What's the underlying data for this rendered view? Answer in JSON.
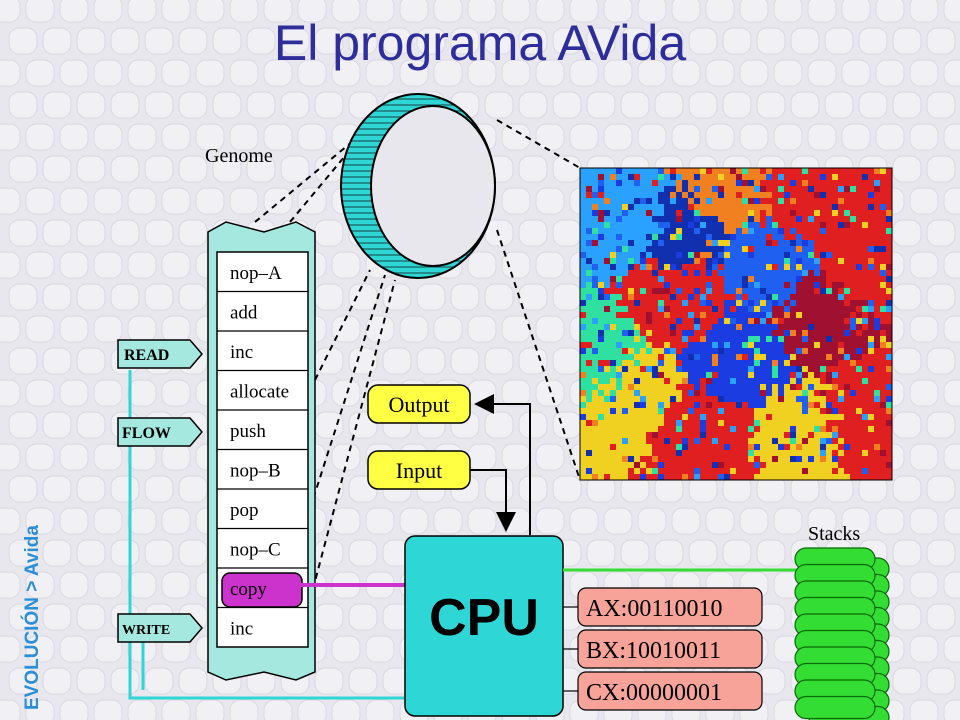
{
  "title": "El programa AVida",
  "side_label": "EVOLUCIÓN > Avida",
  "genome": {
    "label": "Genome",
    "instructions": [
      "nop–A",
      "add",
      "inc",
      "allocate",
      "push",
      "nop–B",
      "pop",
      "nop–C",
      "copy",
      "inc"
    ],
    "highlighted_index": 8
  },
  "heads": {
    "read": "READ",
    "flow": "FLOW",
    "write": "WRITE"
  },
  "io": {
    "output": "Output",
    "input": "Input"
  },
  "cpu": {
    "label": "CPU"
  },
  "registers": [
    "AX:00110010",
    "BX:10010011",
    "CX:00000001"
  ],
  "stacks": {
    "label": "Stacks"
  },
  "colors": {
    "title": "#2e2e9a",
    "side_label": "#2a8fd6",
    "cpu_fill": "#2ed6d6",
    "ring": "#2ed6d6",
    "label_boxes": "#ffff44",
    "register_fill": "#f7a39a",
    "stack_fill": "#33dd33",
    "highlight": "#cc33cc",
    "genome_fill": "#a4e8e0"
  }
}
